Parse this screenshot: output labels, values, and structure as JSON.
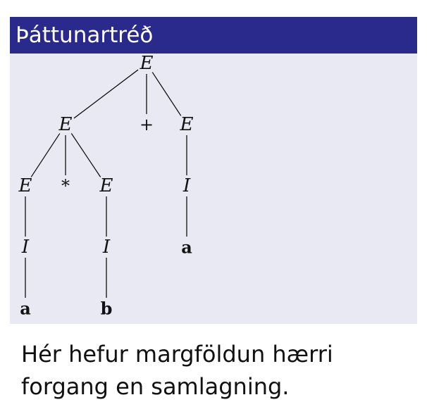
{
  "block": {
    "title": "Þáttunartréð"
  },
  "tree": {
    "nodes": [
      {
        "id": "root",
        "label": "E",
        "kind": "nonterminal"
      },
      {
        "id": "e_left",
        "label": "E",
        "kind": "nonterminal"
      },
      {
        "id": "plus",
        "label": "+",
        "kind": "operator"
      },
      {
        "id": "e_right",
        "label": "E",
        "kind": "nonterminal"
      },
      {
        "id": "e_ll",
        "label": "E",
        "kind": "nonterminal"
      },
      {
        "id": "star",
        "label": "*",
        "kind": "operator"
      },
      {
        "id": "e_lr",
        "label": "E",
        "kind": "nonterminal"
      },
      {
        "id": "i_right",
        "label": "I",
        "kind": "nonterminal"
      },
      {
        "id": "i_ll",
        "label": "I",
        "kind": "nonterminal"
      },
      {
        "id": "i_lr",
        "label": "I",
        "kind": "nonterminal"
      },
      {
        "id": "a_right",
        "label": "a",
        "kind": "terminal"
      },
      {
        "id": "a_left",
        "label": "a",
        "kind": "terminal"
      },
      {
        "id": "b",
        "label": "b",
        "kind": "terminal"
      }
    ],
    "edges": [
      [
        "root",
        "e_left"
      ],
      [
        "root",
        "plus"
      ],
      [
        "root",
        "e_right"
      ],
      [
        "e_left",
        "e_ll"
      ],
      [
        "e_left",
        "star"
      ],
      [
        "e_left",
        "e_lr"
      ],
      [
        "e_right",
        "i_right"
      ],
      [
        "i_right",
        "a_right"
      ],
      [
        "e_ll",
        "i_ll"
      ],
      [
        "i_ll",
        "a_left"
      ],
      [
        "e_lr",
        "i_lr"
      ],
      [
        "i_lr",
        "b"
      ]
    ]
  },
  "caption": {
    "line1": "Hér hefur margföldun hærri",
    "line2": "forgang en samlagning."
  },
  "colors": {
    "header_bg": "#2a2a8c",
    "block_bg": "#e9e9f3",
    "header_text": "#ffffff"
  }
}
